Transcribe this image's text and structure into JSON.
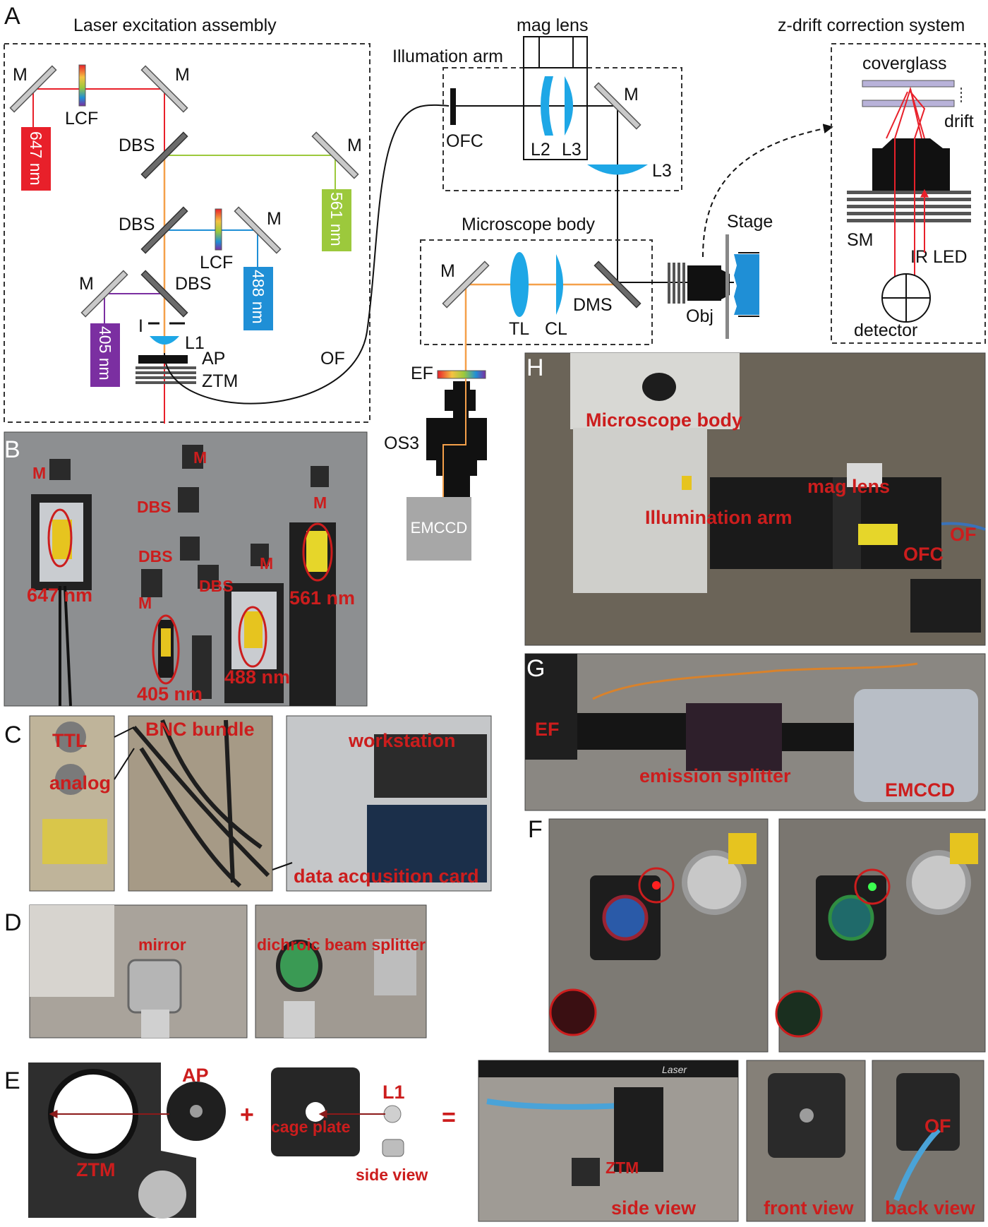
{
  "panels": {
    "a": "A",
    "b": "B",
    "c": "C",
    "d": "D",
    "e": "E",
    "f": "F",
    "g": "G",
    "h": "H"
  },
  "sections": {
    "laser": "Laser excitation assembly",
    "mag": "mag lens",
    "zdrift": "z-drift correction system",
    "illum": "Illumation arm",
    "scope": "Microscope body",
    "stage": "Stage"
  },
  "lasers": {
    "l647": "647 nm",
    "l561": "561 nm",
    "l488": "488 nm",
    "l405": "405 nm"
  },
  "optics": {
    "m": "M",
    "lcf": "LCF",
    "dbs": "DBS",
    "i": "I",
    "l1": "L1",
    "ap": "AP",
    "ztm": "ZTM",
    "of": "OF",
    "ofc": "OFC",
    "l2": "L2",
    "l3": "L3",
    "tl": "TL",
    "cl": "CL",
    "dms": "DMS",
    "obj": "Obj",
    "ef": "EF",
    "os3": "OS3",
    "emccd": "EMCCD",
    "coverglass": "coverglass",
    "drift": "drift",
    "sm": "SM",
    "irled": "IR LED",
    "detector": "detector"
  },
  "photoB": {
    "m": "M",
    "dbs": "DBS",
    "l647": "647 nm",
    "l561": "561 nm",
    "l488": "488 nm",
    "l405": "405 nm"
  },
  "photoC": {
    "ttl": "TTL",
    "analog": "analog",
    "bnc": "BNC bundle",
    "ws": "workstation",
    "daq": "data acqusition card"
  },
  "photoD": {
    "mirror": "mirror",
    "dbs": "dichroic beam splitter"
  },
  "photoE": {
    "ap": "AP",
    "l1": "L1",
    "cage": "cage plate",
    "ztm": "ZTM",
    "side": "side view",
    "plus": "+",
    "eq": "=",
    "front": "front view",
    "back": "back view",
    "of": "OF",
    "brand": "Laser"
  },
  "photoG": {
    "ef": "EF",
    "splitter": "emission splitter",
    "emccd": "EMCCD"
  },
  "photoH": {
    "body": "Microscope body",
    "mag": "mag lens",
    "illum": "Illumination arm",
    "of": "OF",
    "ofc": "OFC"
  },
  "colors": {
    "red": "#e8202a",
    "green": "#9cc93c",
    "blue": "#1f8fd6",
    "violet": "#7b2fa1",
    "orange": "#f5a04a",
    "lens": "#1ea7e6",
    "photoLabel": "#cc1d1d"
  }
}
